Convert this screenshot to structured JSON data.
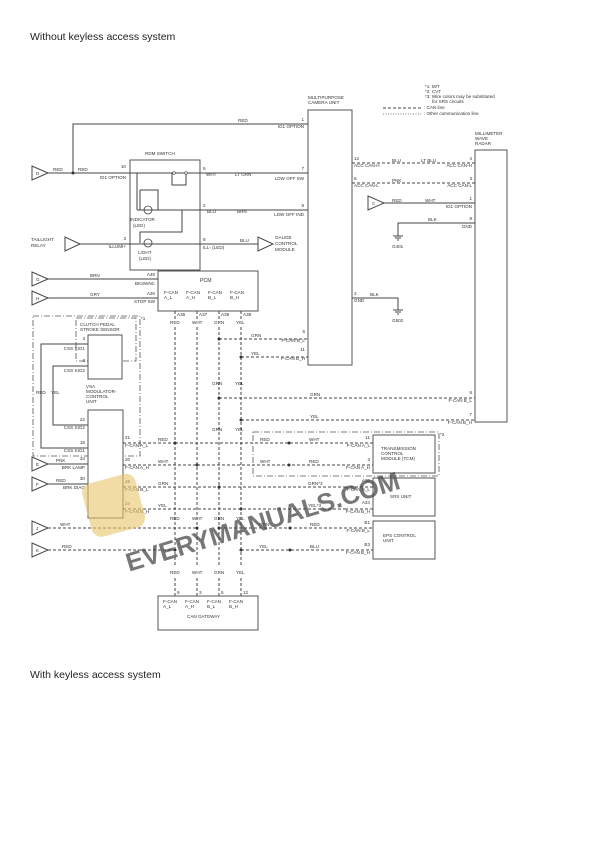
{
  "page": {
    "heading_top": "Without keyless access system",
    "heading_bottom": "With keyless access system"
  },
  "legend": {
    "note1": "*1: M/T",
    "note2": "*2: CVT",
    "note3a": "*3: Wire colors may be substituted",
    "note3b": "for SRS circuits",
    "can_line": ": CAN line",
    "other_line": ": Other communication line"
  },
  "components": {
    "camera": {
      "line1": "MULTIPURPOSE",
      "line2": "CAMERA UNIT"
    },
    "radar": {
      "line1": "MILLIMETER",
      "line2": "WAVE",
      "line3": "RADAR"
    },
    "rdm_switch": "RDM SWITCH",
    "indicator": {
      "line1": "INDICATOR",
      "line2": "(LED)"
    },
    "light": {
      "line1": "LIGHT",
      "line2": "(LED)"
    },
    "pcm": "PCM",
    "clutch": {
      "line1": "CLUTCH PEDAL",
      "line2": "STROKE SENSOR"
    },
    "vsa": {
      "line1": "VSA",
      "line2": "MODULATOR-",
      "line3": "CONTROL",
      "line4": "UNIT"
    },
    "tcm": {
      "line1": "TRANSMISSION",
      "line2": "CONTROL",
      "line3": "MODULE (TCM)"
    },
    "srs": "SRS UNIT",
    "eps": {
      "line1": "EPS CONTROL",
      "line2": "UNIT"
    },
    "gateway": "CAN GATEWAY",
    "taillight": {
      "line1": "TAILLIGHT",
      "line2": "RELAY"
    },
    "gauge": {
      "line1": "GAUGE",
      "line2": "CONTROL",
      "line3": "MODULE"
    }
  },
  "connectors": {
    "D": "D",
    "C": "C",
    "G": "G",
    "H": "H",
    "E": "E",
    "F": "F",
    "J": "J",
    "K": "K"
  },
  "grounds": {
    "g401": "G401",
    "g502": "G502"
  },
  "pins": {
    "cam_1": "1",
    "cam_7": "7",
    "cam_8": "8",
    "cam_12": "12",
    "cam_6": "6",
    "cam_2": "2",
    "cam_5": "5",
    "cam_11": "11",
    "rad_4": "4",
    "rad_3": "3",
    "rad_1": "1",
    "rad_8": "8",
    "rad_6": "6",
    "rad_7": "7",
    "rdm_10": "10",
    "rdm_9": "9",
    "rdm_2": "2",
    "rdm_3": "3",
    "rdm_8": "8",
    "pcm_a49": "A49",
    "pcm_a26": "A26",
    "pcm_a36": "A36",
    "pcm_a37": "A37",
    "pcm_a38": "A38",
    "pcm_a39": "A39",
    "cl_3a": "3",
    "cl_3b": "3",
    "vsa_22": "22",
    "vsa_18": "18",
    "vsa_34": "34",
    "vsa_30": "30",
    "vsa_21": "21",
    "vsa_20": "20",
    "vsa_25": "25",
    "vsa_24": "24",
    "tcm_11": "11",
    "tcm_3": "3",
    "srs_a35": "A35",
    "srs_a34": "A34",
    "eps_b1": "B1",
    "eps_b3": "B3",
    "gw_9": "9",
    "gw_3": "3",
    "gw_5": "5",
    "gw_12": "12"
  },
  "signals": {
    "ig1_option": "IG1 OPTION",
    "ldw_off_sw": "LDW OFF SW",
    "ldw_off_ind": "LDW OFF IND",
    "acc_can_h": "ACC CAN-H",
    "acc_can_l": "ACC CAN-L",
    "gnd": "GND",
    "illum_plus": "ILLUMI+",
    "ill_minus": "ILL- (LED)",
    "bksw_nc": "BKSWNC",
    "stop_sw": "STOP SW",
    "fcan_al": "F-CAN A_L",
    "fcan_ah": "F-CAN A_H",
    "fcan_bl": "F-CAN B_L",
    "fcan_bh": "F-CAN B_H",
    "fcan": "F-CAN",
    "al": "A_L",
    "ah": "A_H",
    "bl": "B_L",
    "bh": "B_H",
    "css_sig1": "CSS SIG1",
    "css_sig2": "CSS SIG2",
    "brk_lamp": "BRK LAMP",
    "brk_diag": "BRK DIAG"
  },
  "wires": {
    "red": "RED",
    "wht": "WHT",
    "grn": "GRN",
    "yel": "YEL",
    "blu": "BLU",
    "brn": "BRN",
    "gry": "GRY",
    "pnk": "PNK",
    "blk": "BLK",
    "lt_grn": "LT GRN",
    "lt_blu": "LT BLU",
    "grn_star": "GRN*3",
    "yel_star": "YEL*3"
  },
  "marks": {
    "star1": "*1",
    "star2": "*2"
  },
  "watermark": "EVERYMANUALS.COM"
}
